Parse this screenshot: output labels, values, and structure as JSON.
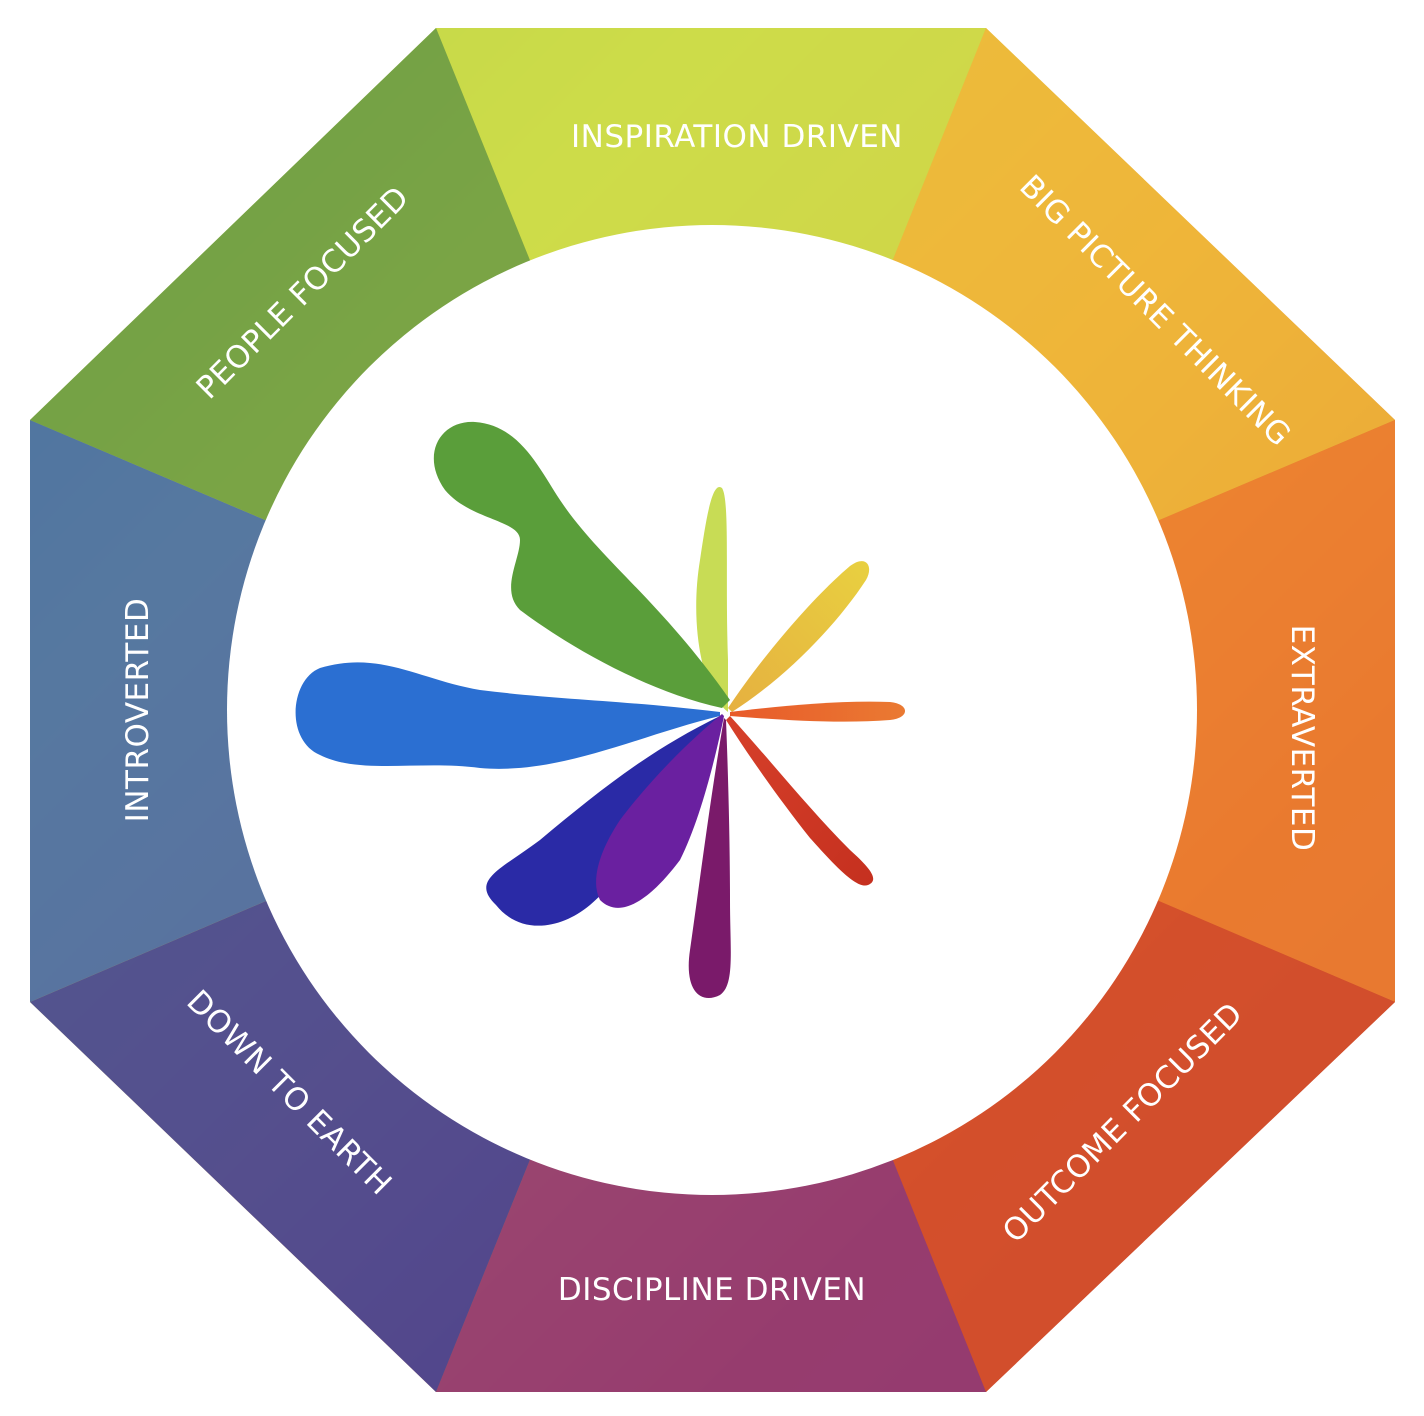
{
  "diagram": {
    "segments": [
      {
        "id": "inspiration",
        "label": "INSPIRATION DRIVEN",
        "color": "#cbdc4a"
      },
      {
        "id": "big-picture",
        "label": "BIG PICTURE THINKING",
        "color": "#eeb83a"
      },
      {
        "id": "extraverted",
        "label": "EXTRAVERTED",
        "color": "#ed8230"
      },
      {
        "id": "outcome",
        "label": "OUTCOME FOCUSED",
        "color": "#d3502c"
      },
      {
        "id": "discipline",
        "label": "DISCIPLINE DRIVEN",
        "color": "#8c3a7a"
      },
      {
        "id": "down-to-earth",
        "label": "DOWN TO EARTH",
        "color": "#3a3f9c"
      },
      {
        "id": "introverted",
        "label": "INTROVERTED",
        "color": "#3f66b0"
      },
      {
        "id": "people",
        "label": "PEOPLE FOCUSED",
        "color": "#6a9a45"
      }
    ],
    "center_logo_icon": "splat-icon"
  }
}
